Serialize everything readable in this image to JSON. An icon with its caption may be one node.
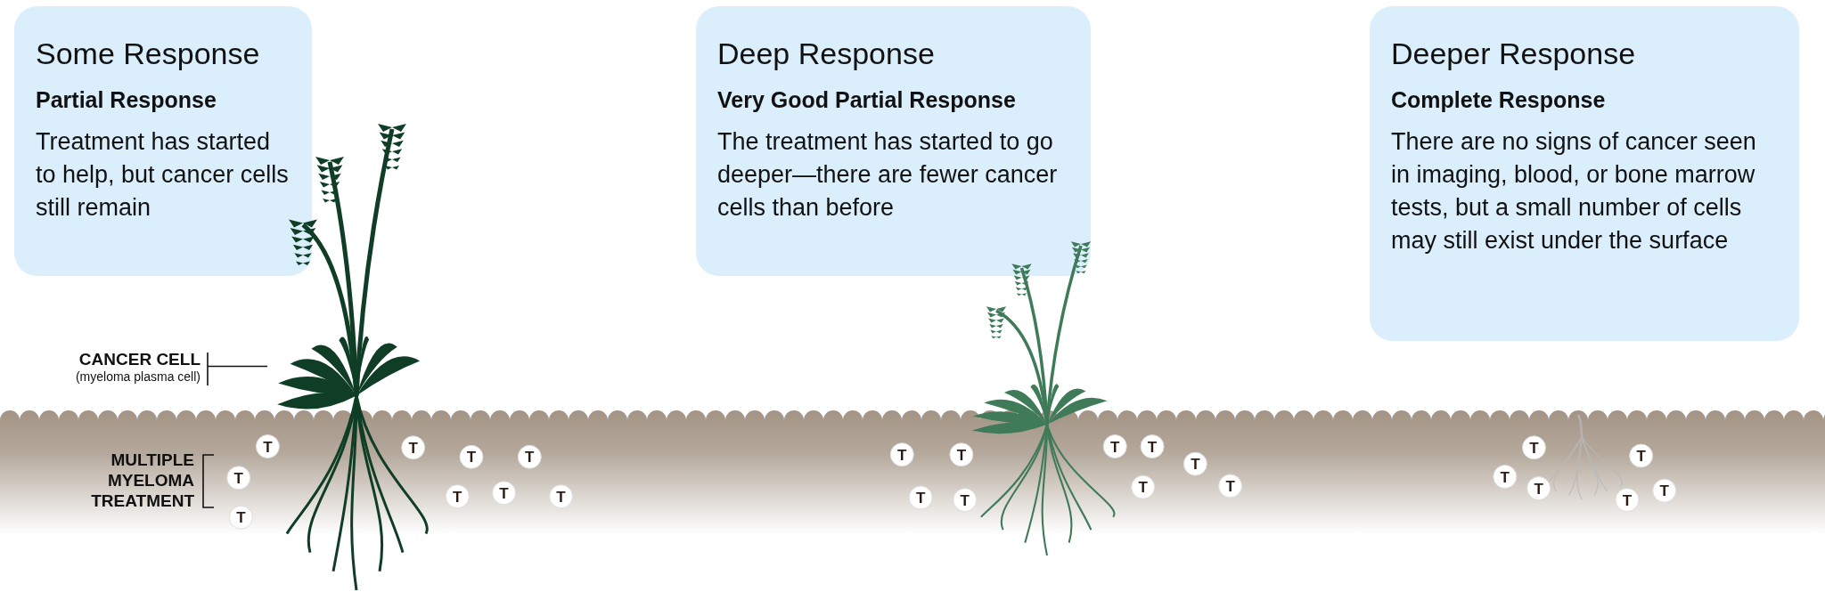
{
  "diagram": {
    "nodes": [
      {
        "text": [
          "Some Response",
          "Partial Response",
          "Treatment has started to help, but cancer cells still remain"
        ]
      },
      {
        "text": [
          "Deep Response",
          "Very Good Partial Response",
          "The treatment has started to go deeper—there are fewer cancer cells than before"
        ]
      },
      {
        "text": [
          "Deeper Response",
          "Complete Response",
          "There are no signs of cancer seen in imaging, blood, or bone marrow tests, but a small number of cells may still exist under the surface"
        ]
      },
      {
        "text": [
          "CANCER CELL",
          "(myeloma plasma cell)"
        ]
      },
      {
        "text": [],
        "shape": "picture"
      },
      {
        "text": [
          "MULTIPLE MYELOMA TREATMENT"
        ]
      },
      {
        "text": [],
        "shape": "picture"
      },
      {
        "text": [],
        "shape": "picture"
      }
    ],
    "edges": [
      {
        "from": 3,
        "to": 4,
        "arrow": "none"
      },
      {
        "from": 5,
        "to": null,
        "arrow": "none"
      }
    ],
    "labels": [
      "T",
      "T",
      "T",
      "T",
      "T",
      "T",
      "T",
      "T",
      "T",
      "T",
      "T",
      "T",
      "T",
      "T",
      "T",
      "T",
      "T",
      "T",
      "T",
      "T",
      "T",
      "T",
      "T",
      "T"
    ]
  }
}
